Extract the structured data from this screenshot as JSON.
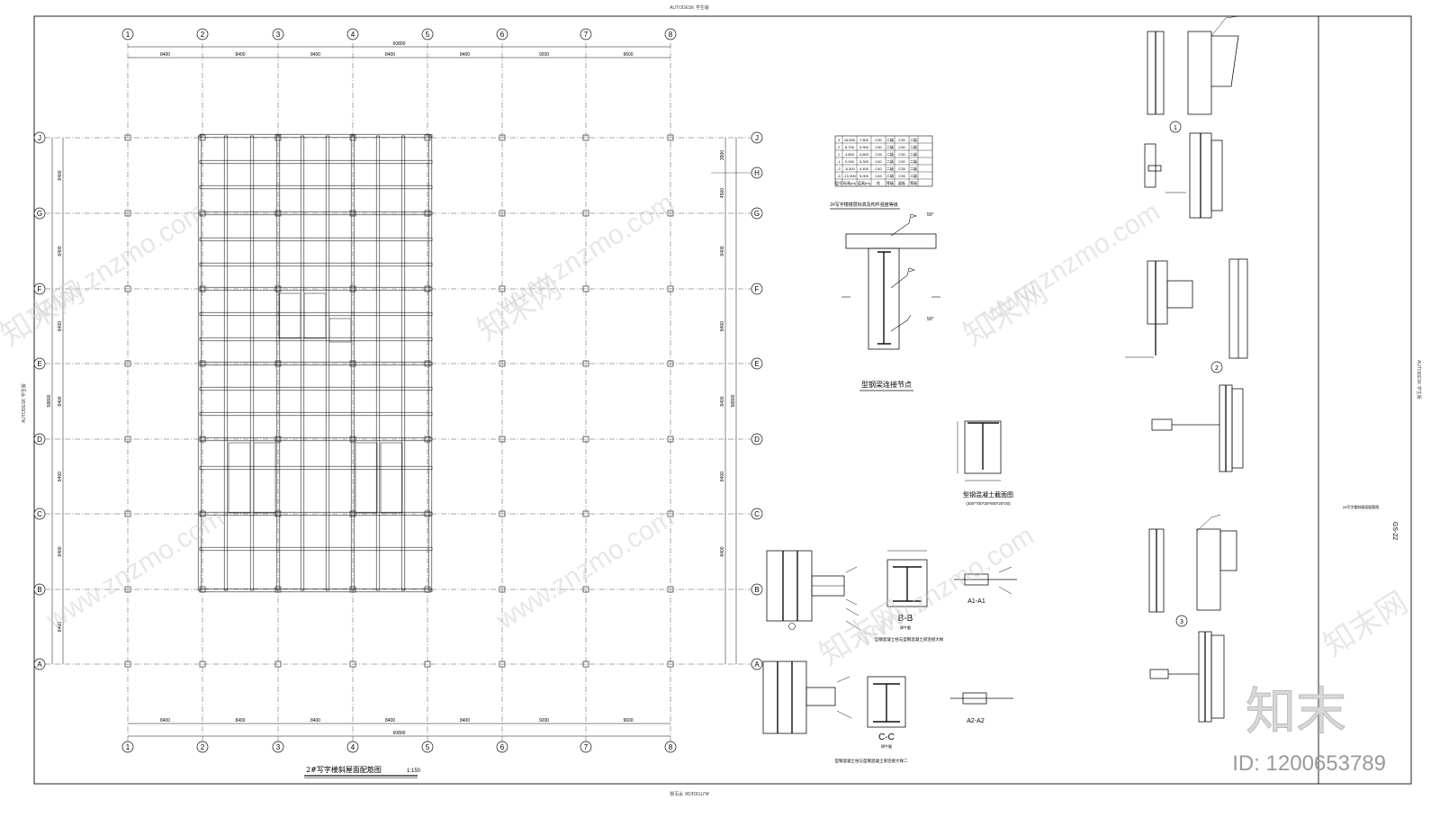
{
  "sheet": {
    "autodesk_stamp": "AUTODESK 学生版",
    "drawing_number": "GS-22",
    "side_title": "2#写字楼斜屋面配筋图",
    "watermark_site": "www.znzmo.com",
    "watermark_brand": "知末网",
    "brand_logo": "知末",
    "image_id": "ID: 1200653789"
  },
  "plan": {
    "column_axes": [
      "1",
      "2",
      "3",
      "4",
      "5",
      "6",
      "7",
      "8"
    ],
    "row_axes": [
      "J",
      "G",
      "F",
      "E",
      "D",
      "C",
      "B",
      "A"
    ],
    "extra_row_axis": "H",
    "column_spacings": [
      "8400",
      "8400",
      "8400",
      "8400",
      "8400",
      "9200",
      "9600"
    ],
    "total_width": "60800",
    "row_spacings": [
      "8400",
      "8400",
      "8400",
      "8400",
      "8400",
      "8400",
      "8400"
    ],
    "right_sub_spacings": [
      "3900",
      "4500",
      "8400",
      "8400",
      "8400",
      "8400",
      "8400"
    ],
    "total_height": "58800",
    "title": "2#写字楼斜屋面配筋图",
    "scale": "1:150"
  },
  "details": {
    "table_caption": "2#写字楼楼层标高及构件强度等级",
    "table_rows": [
      [
        "3",
        "16.500",
        "7.800",
        "C30",
        "二级",
        "C30",
        "二级"
      ],
      [
        "2",
        "8.700",
        "3.900",
        "C30",
        "二级",
        "C30",
        "二级"
      ],
      [
        "1",
        "4.800",
        "4.800",
        "C35",
        "二级",
        "C30",
        "二级"
      ],
      [
        "-1",
        "0.000",
        "5.300",
        "C40",
        "二级",
        "C30",
        "二级"
      ],
      [
        "-2",
        "-5.300",
        "4.400",
        "C40",
        "二级",
        "C35",
        "二级"
      ],
      [
        "-3",
        "-10.300",
        "5.000",
        "C45",
        "二级",
        "C35",
        "二级"
      ]
    ],
    "table_header": [
      "层号",
      "标高(m)",
      "层高(m)",
      "柱",
      "等级",
      "梁板",
      "等级"
    ],
    "steel_beam_node_title": "型钢梁连接节点",
    "steel_section_title": "型钢混凝土截面图",
    "steel_section_note": "(300*700*20*600*20*20)",
    "section_bb": "B-B",
    "section_cc": "C-C",
    "section_a1": "A1-A1",
    "section_a2": "A2-A2",
    "joint_note_1": "型钢混凝土柱与型钢混凝土梁连接大样",
    "joint_note_2": "型钢混凝土柱与型钢混凝土梁连接大样二",
    "welding_mark": "焊牛腿",
    "circled_1": "1",
    "circled_2": "2",
    "circled_3": "3",
    "weld_angle": "50°"
  }
}
